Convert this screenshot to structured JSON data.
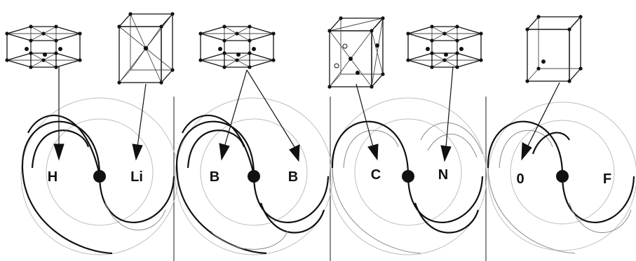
{
  "diagram": {
    "panels": [
      {
        "id": "p1",
        "left_label": "H",
        "right_label": "Li",
        "left_cell": "hexagonal",
        "right_cell": "bcc"
      },
      {
        "id": "p2",
        "left_label": "B",
        "right_label": "B",
        "left_cell": "hexagonal",
        "right_cell": "hexagonal"
      },
      {
        "id": "p3",
        "left_label": "C",
        "right_label": "N",
        "left_cell": "fcc",
        "right_cell": "hexagonal"
      },
      {
        "id": "p4",
        "left_label": "0",
        "right_label": "F",
        "left_cell": "simple-cubic",
        "right_cell": "none"
      }
    ],
    "colors": {
      "ink": "#111111",
      "faint": "#bdbdbd",
      "background": "#ffffff"
    }
  }
}
